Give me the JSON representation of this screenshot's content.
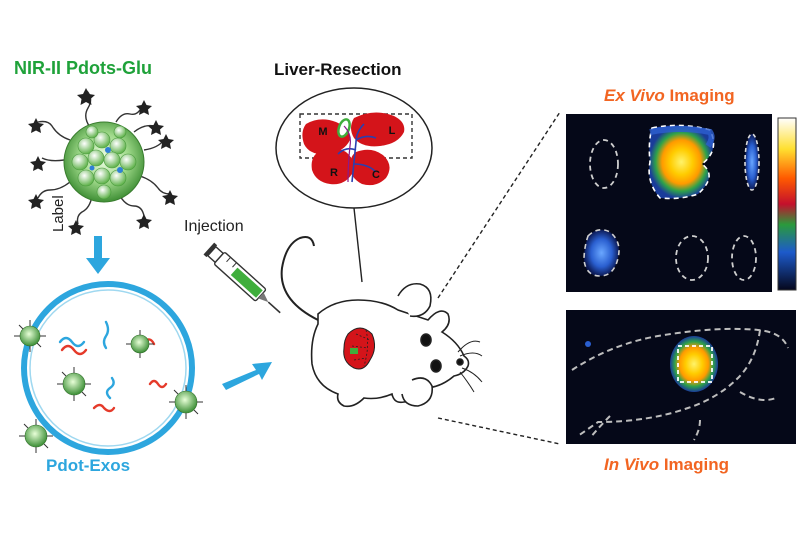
{
  "labels": {
    "nanoparticle": "NIR-II Pdots-Glu",
    "label_step": "Label",
    "exosome": "Pdot-Exos",
    "liver_resection": "Liver-Resection",
    "injection": "Injection",
    "exvivo_italic": "Ex Vivo",
    "exvivo_rest": " Imaging",
    "invivo_italic": "In Vivo",
    "invivo_rest": " Imaging"
  },
  "liver_lobes": [
    "M",
    "L",
    "R",
    "C"
  ],
  "colors": {
    "nanoparticle_title": "#1fa23a",
    "exosome_title": "#2da6de",
    "imaging_title": "#f26522",
    "liver": "#d4141a",
    "arrow": "#2da6de",
    "imaging_bg": "#050818"
  },
  "icons": [
    "star-icon",
    "syringe-icon",
    "mouse-icon",
    "arrow-down-icon",
    "arrow-right-icon"
  ]
}
